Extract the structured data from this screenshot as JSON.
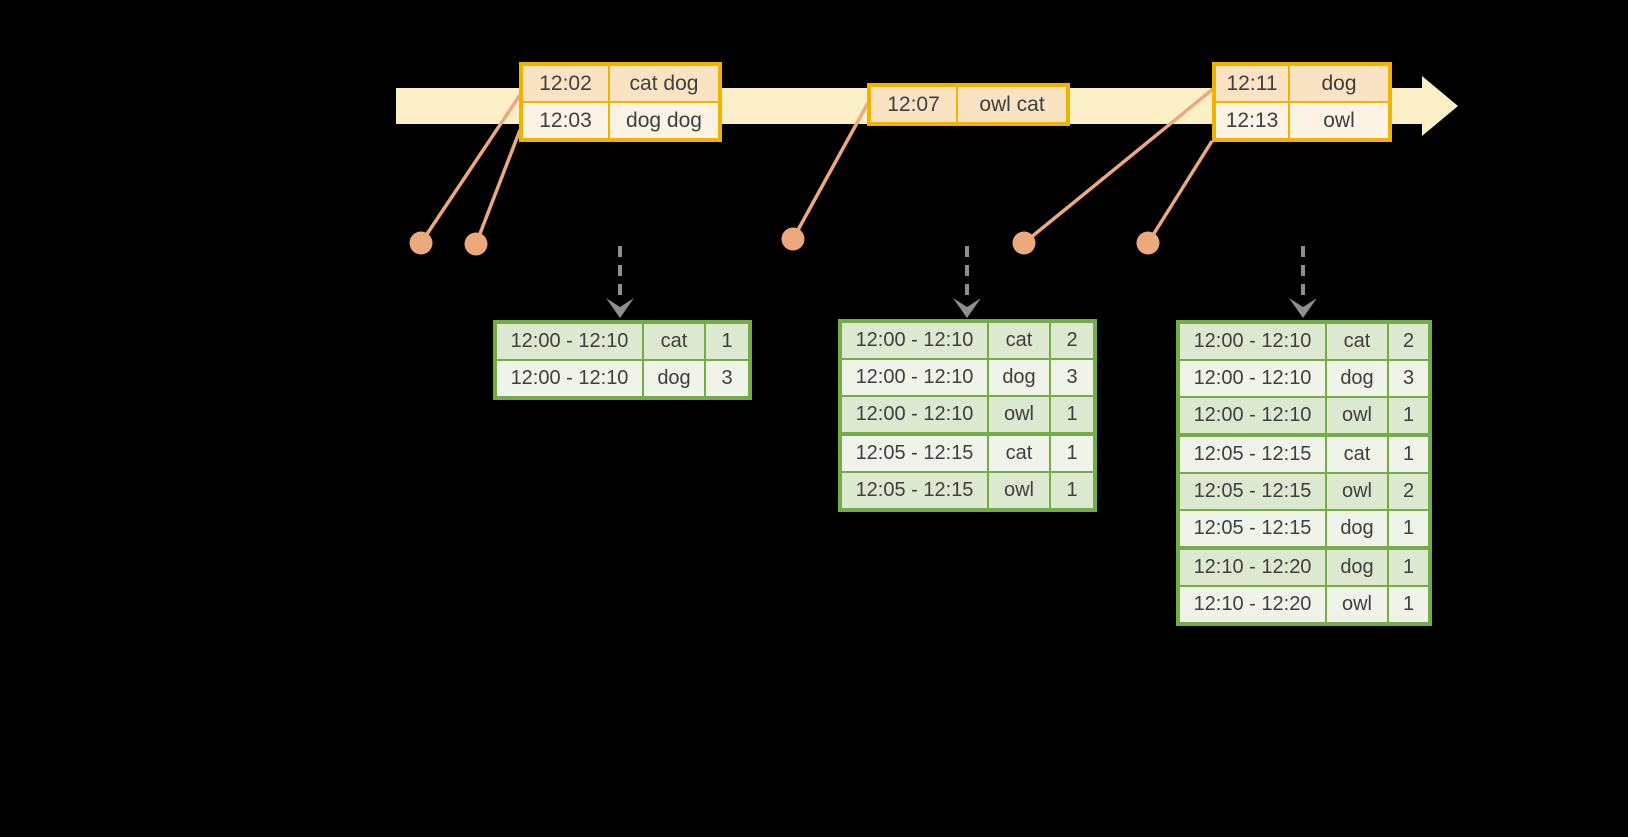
{
  "colors": {
    "timeline": "#FBEFC7",
    "amber": "#F0B400",
    "peach-dark": "#FAE3C3",
    "peach-light": "#FDF3E4",
    "salmon": "#EDA97E",
    "gray-arrow": "#8F8F8F",
    "green": "#74AD45",
    "green-row": "#DCE8CF",
    "green-row-light": "#EFF3EA",
    "ink": "#3F3F3F"
  },
  "event_tables": [
    {
      "rows": [
        {
          "time": "12:02",
          "words": "cat dog"
        },
        {
          "time": "12:03",
          "words": "dog dog"
        }
      ]
    },
    {
      "rows": [
        {
          "time": "12:07",
          "words": "owl cat"
        }
      ]
    },
    {
      "rows": [
        {
          "time": "12:11",
          "words": "dog"
        },
        {
          "time": "12:13",
          "words": "owl"
        }
      ]
    }
  ],
  "result_tables": [
    {
      "rows": [
        {
          "window": "12:00 - 12:10",
          "word": "cat",
          "count": "1"
        },
        {
          "window": "12:00 - 12:10",
          "word": "dog",
          "count": "3"
        }
      ]
    },
    {
      "rows": [
        {
          "window": "12:00 - 12:10",
          "word": "cat",
          "count": "2"
        },
        {
          "window": "12:00 - 12:10",
          "word": "dog",
          "count": "3"
        },
        {
          "window": "12:00 - 12:10",
          "word": "owl",
          "count": "1"
        },
        {
          "window": "12:05 - 12:15",
          "word": "cat",
          "count": "1",
          "group_start": true
        },
        {
          "window": "12:05 - 12:15",
          "word": "owl",
          "count": "1"
        }
      ]
    },
    {
      "rows": [
        {
          "window": "12:00 - 12:10",
          "word": "cat",
          "count": "2"
        },
        {
          "window": "12:00 - 12:10",
          "word": "dog",
          "count": "3"
        },
        {
          "window": "12:00 - 12:10",
          "word": "owl",
          "count": "1"
        },
        {
          "window": "12:05 - 12:15",
          "word": "cat",
          "count": "1",
          "group_start": true
        },
        {
          "window": "12:05 - 12:15",
          "word": "owl",
          "count": "2"
        },
        {
          "window": "12:05 - 12:15",
          "word": "dog",
          "count": "1"
        },
        {
          "window": "12:10 - 12:20",
          "word": "dog",
          "count": "1",
          "group_start": true
        },
        {
          "window": "12:10 - 12:20",
          "word": "owl",
          "count": "1"
        }
      ]
    }
  ]
}
